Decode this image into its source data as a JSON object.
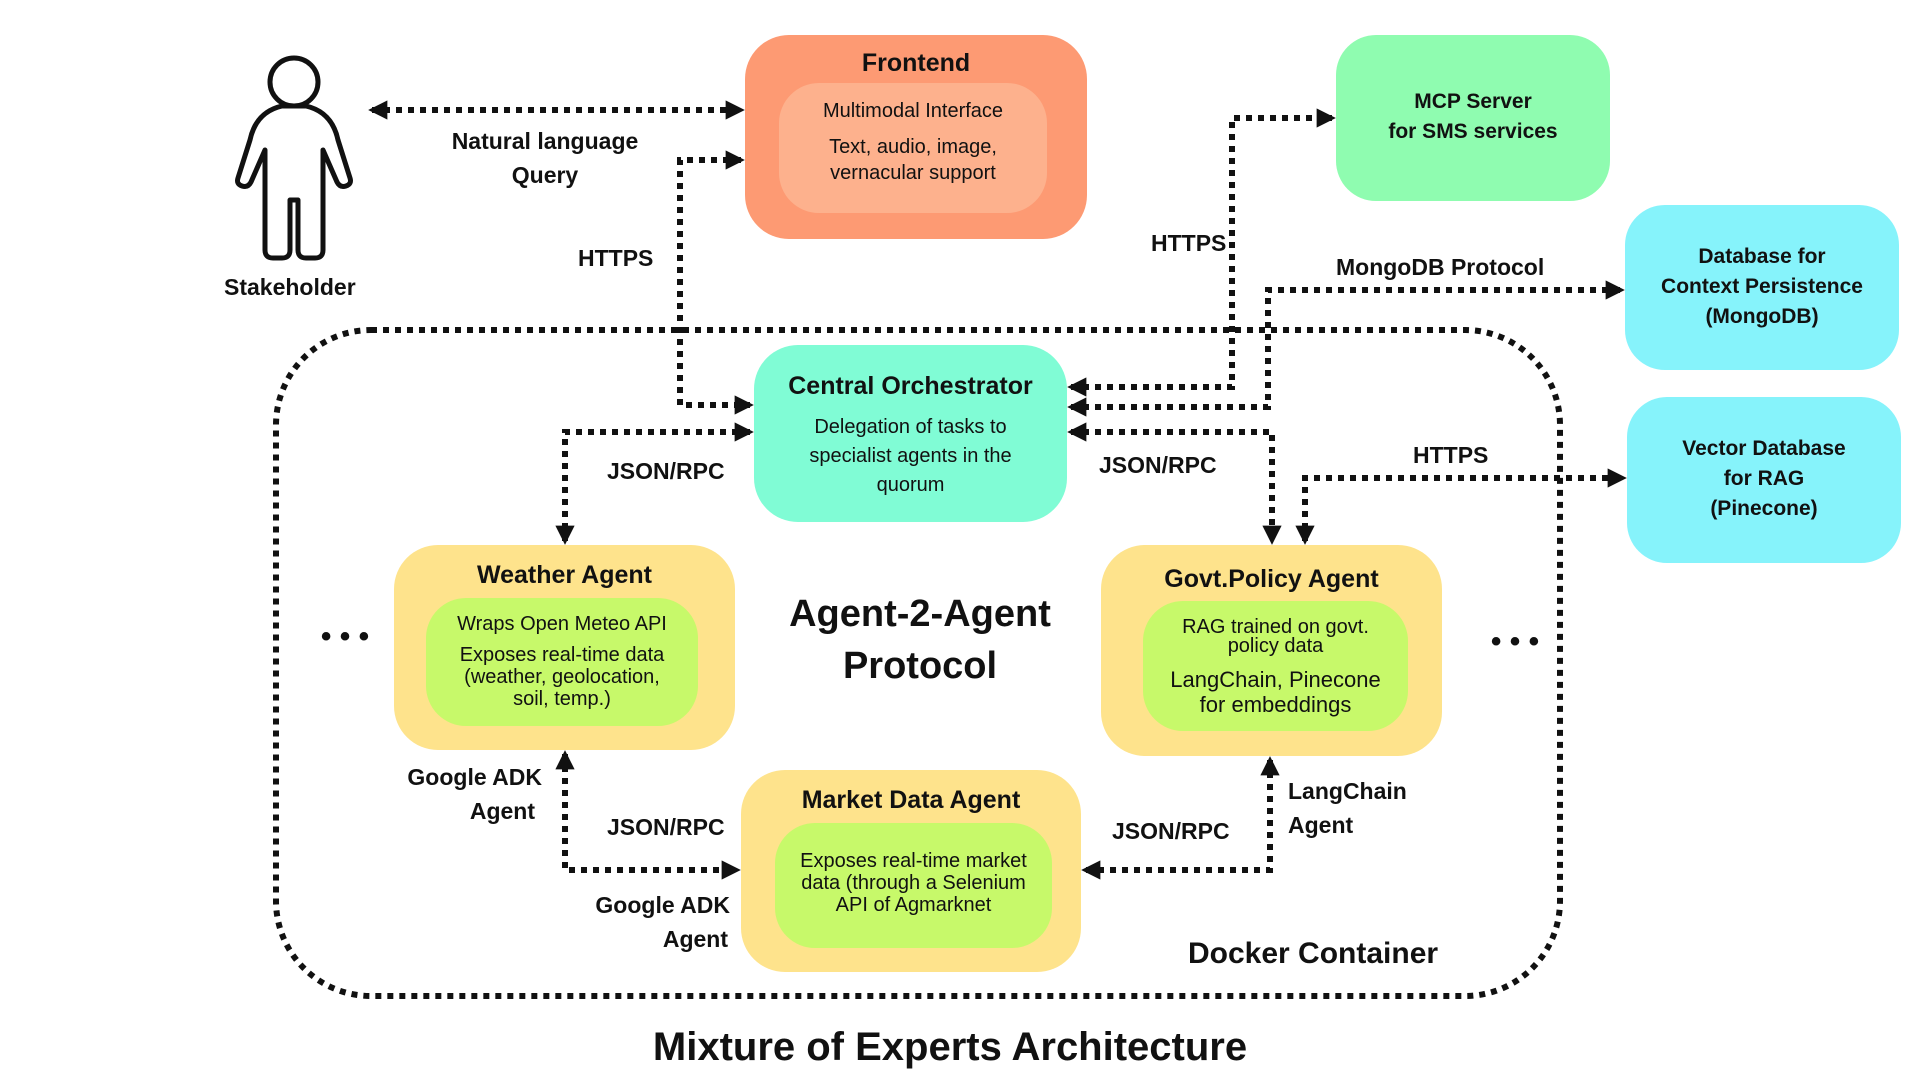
{
  "stakeholder": {
    "label": "Stakeholder",
    "icon": "person-icon"
  },
  "frontend": {
    "title": "Frontend",
    "line1": "Multimodal Interface",
    "line2": "Text, audio, image,",
    "line3": "vernacular support"
  },
  "mcp": {
    "line1": "MCP Server",
    "line2": "for SMS services"
  },
  "mongo": {
    "line1": "Database for",
    "line2": "Context Persistence",
    "line3": "(MongoDB)"
  },
  "pinecone": {
    "line1": "Vector Database",
    "line2": "for RAG",
    "line3": "(Pinecone)"
  },
  "orchestrator": {
    "title": "Central Orchestrator",
    "line1": "Delegation of tasks to",
    "line2": "specialist agents in the",
    "line3": "quorum"
  },
  "weather": {
    "title": "Weather Agent",
    "line1": "Wraps Open Meteo API",
    "line2": "Exposes real-time data",
    "line3": "(weather, geolocation,",
    "line4": "soil, temp.)"
  },
  "govt": {
    "title": "Govt.Policy Agent",
    "line1": "RAG trained on govt.",
    "line2": "policy data",
    "line3": "LangChain, Pinecone",
    "line4": "for embeddings"
  },
  "market": {
    "title": "Market Data Agent",
    "line1": "Exposes real-time market",
    "line2": "data (through a Selenium",
    "line3": "API of Agmarknet"
  },
  "center": {
    "line1": "Agent-2-Agent",
    "line2": "Protocol"
  },
  "container_label": "Docker Container",
  "footer_title": "Mixture of Experts Architecture",
  "edge_labels": {
    "nlq1": "Natural language",
    "nlq2": "Query",
    "https_front": "HTTPS",
    "https_mcp": "HTTPS",
    "mongodb_protocol": "MongoDB Protocol",
    "https_vector": "HTTPS",
    "jsonrpc_weather": "JSON/RPC",
    "jsonrpc_govt": "JSON/RPC",
    "jsonrpc_market_left": "JSON/RPC",
    "jsonrpc_market_right": "JSON/RPC",
    "adk1_a": "Google ADK",
    "adk1_b": "Agent",
    "adk2_a": "Google ADK",
    "adk2_b": "Agent",
    "langchain_a": "LangChain",
    "langchain_b": "Agent"
  },
  "ellipsis_left": "• • •",
  "ellipsis_right": "• • •",
  "colors": {
    "frontend": "#fd9a73",
    "frontend_inner": "#fdb18d",
    "mcp": "#8ffcb0",
    "database": "#86f3fb",
    "orchestrator": "#80fcd5",
    "agent": "#fee38c",
    "agent_inner": "#c7f96a",
    "line": "#111111"
  }
}
